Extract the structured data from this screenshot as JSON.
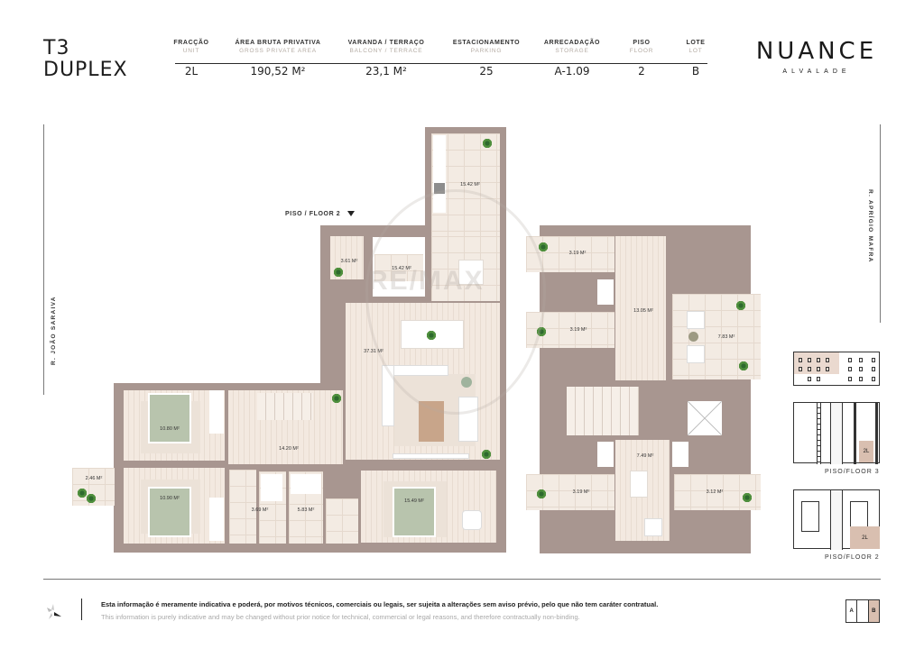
{
  "header": {
    "title_line1": "T3",
    "title_line2": "DUPLEX",
    "specs": [
      {
        "label_pt": "FRACÇÃO",
        "label_en": "UNIT",
        "value": "2L"
      },
      {
        "label_pt": "ÁREA BRUTA PRIVATIVA",
        "label_en": "GROSS PRIVATE AREA",
        "value": "190,52 M²"
      },
      {
        "label_pt": "VARANDA / TERRAÇO",
        "label_en": "BALCONY / TERRACE",
        "value": "23,1 M²"
      },
      {
        "label_pt": "ESTACIONAMENTO",
        "label_en": "PARKING",
        "value": "25"
      },
      {
        "label_pt": "ARRECADAÇÃO",
        "label_en": "STORAGE",
        "value": "A-1.09"
      },
      {
        "label_pt": "PISO",
        "label_en": "FLOOR",
        "value": "2"
      },
      {
        "label_pt": "LOTE",
        "label_en": "LOT",
        "value": "B"
      }
    ],
    "brand": {
      "name": "NUANCE",
      "sub": "ALVALADE"
    }
  },
  "plan": {
    "floor_label": "PISO / FLOOR 2",
    "streets": {
      "left": "R. JOÃO SARAIVA",
      "right": "R. APRÍGIO MAFRA"
    },
    "rooms_floor2": {
      "kitchen": "15.42 M²",
      "laundry": "3.61 M²",
      "pantry": "15.42 M²",
      "living": "37.31 M²",
      "bedroom1": "10.80 M²",
      "bedroom2": "10.90 M²",
      "balcony": "2.46 M²",
      "hall": "14.20 M²",
      "bath1": "3.69 M²",
      "bath2": "5.83 M²",
      "suite": "15.49 M²"
    },
    "rooms_floor3": {
      "terrace_top_left": "3.19 M²",
      "terrace_mid_left": "3.19 M²",
      "corridor": "13.05 M²",
      "terrace_right": "7.83 M²",
      "landing": "7.49 M²",
      "terrace_bottom_left": "3.19 M²",
      "terrace_bottom_right": "3.12 M²"
    },
    "watermark": "RE/MAX"
  },
  "key_plans": {
    "floor3_label": "PISO/FLOOR  3",
    "floor2_label": "PISO/FLOOR  2",
    "unit_tag": "2L"
  },
  "footer": {
    "disclaimer_pt": "Esta informação é meramente indicativa e poderá, por motivos técnicos, comerciais ou legais, ser sujeita a alterações sem aviso prévio, pelo que não tem caráter contratual.",
    "disclaimer_en": "This information is purely indicative and may be changed without prior notice for technical, commercial or legal reasons, and therefore contractually non-binding.",
    "lots": [
      {
        "label": "A",
        "active": false
      },
      {
        "label": "",
        "active": false
      },
      {
        "label": "B",
        "active": true
      }
    ]
  },
  "colors": {
    "wall": "#a89690",
    "floor": "#f3e9e0",
    "highlight": "#d9bfb0",
    "bed": "#b8c4ad"
  }
}
